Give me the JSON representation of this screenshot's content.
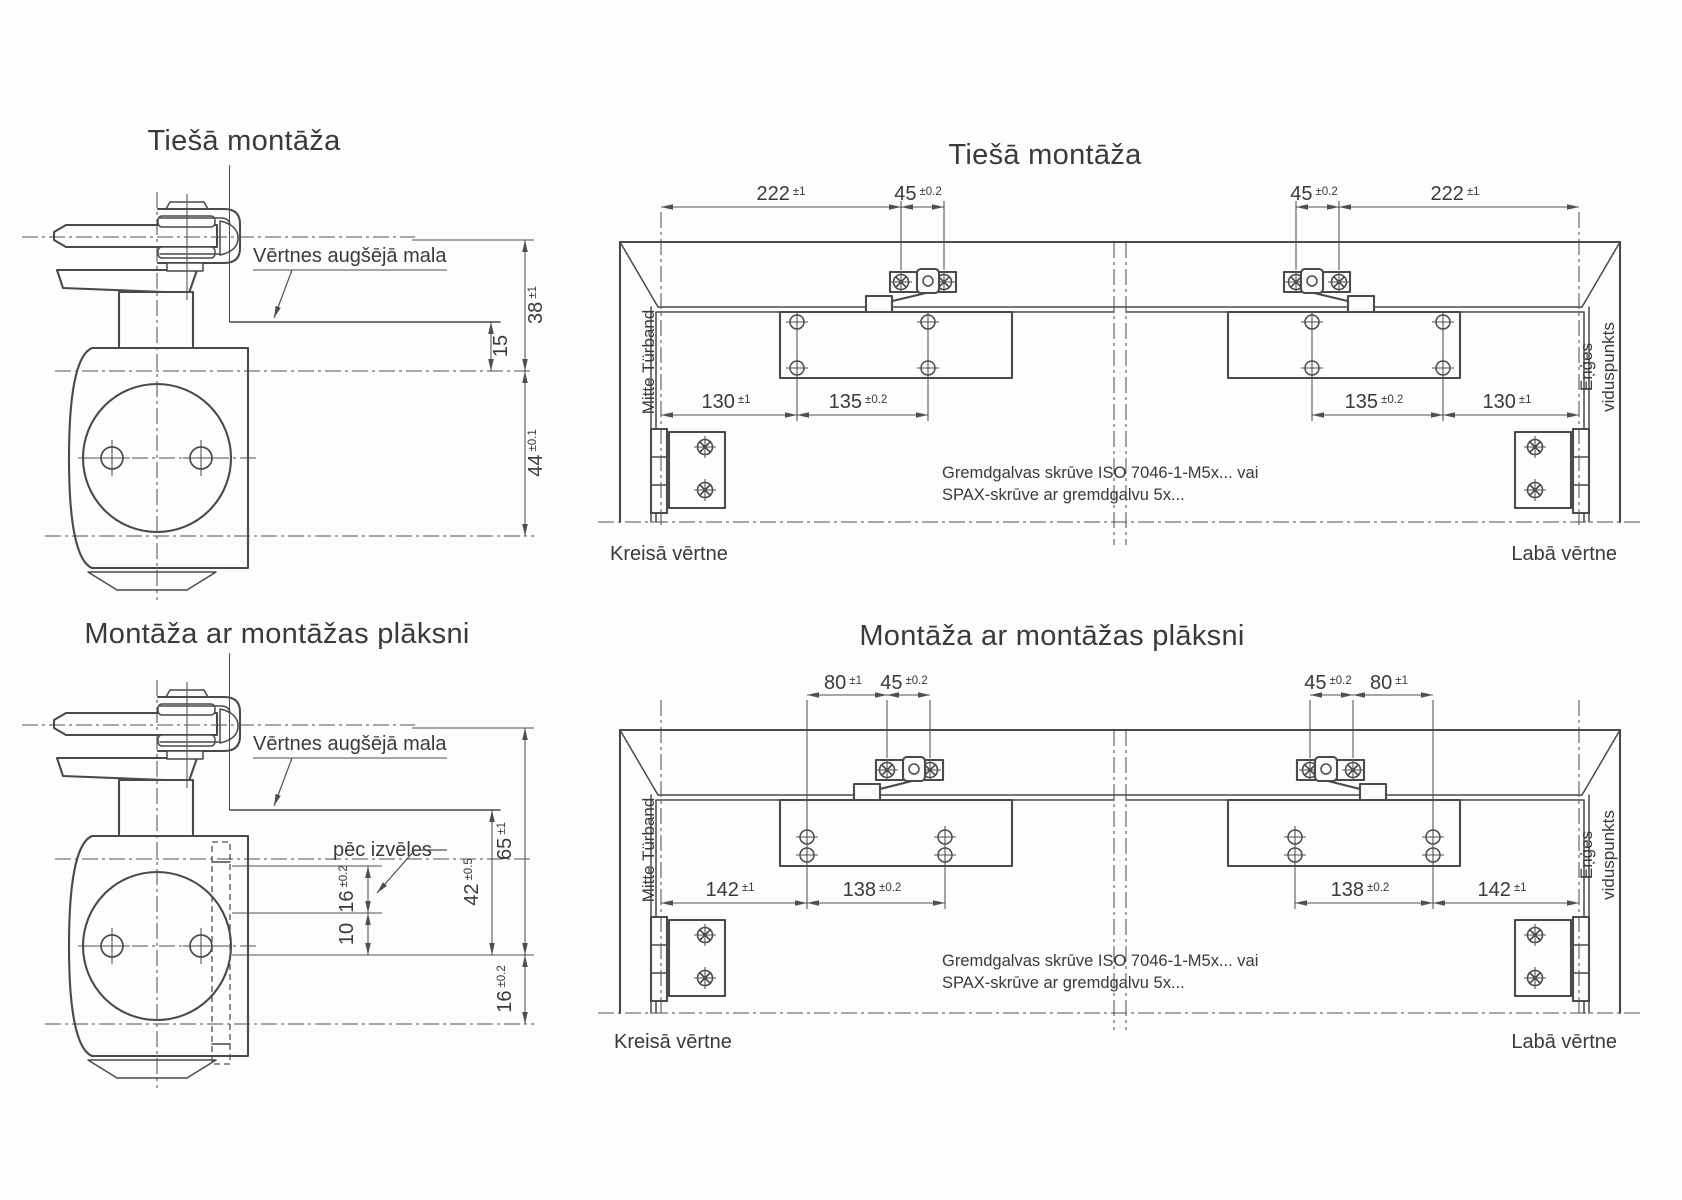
{
  "colors": {
    "ink": "#3a3a3a",
    "line": "#4a4a4a",
    "background": "#fdfdfd"
  },
  "side_direct": {
    "title": "Tiešā montāža",
    "door_edge_label": "Vērtnes augšējā mala",
    "dims": {
      "d38": {
        "v": "38",
        "t": "±1"
      },
      "d15": {
        "v": "15",
        "t": ""
      },
      "d44": {
        "v": "44",
        "t": "±0.1"
      }
    }
  },
  "side_plate": {
    "title": "Montāža ar montāžas plāksni",
    "door_edge_label": "Vērtnes augšējā mala",
    "optional_label": "pēc izvēles",
    "dims": {
      "d65": {
        "v": "65",
        "t": "±1"
      },
      "d42": {
        "v": "42",
        "t": "±0.5"
      },
      "d16a": {
        "v": "16",
        "t": "±0.2"
      },
      "d10": {
        "v": "10",
        "t": ""
      },
      "d16b": {
        "v": "16",
        "t": "±0.2"
      }
    }
  },
  "front_direct": {
    "title": "Tiešā montāža",
    "dims": {
      "d222": {
        "v": "222",
        "t": "±1"
      },
      "d45": {
        "v": "45",
        "t": "±0.2"
      },
      "d130": {
        "v": "130",
        "t": "±1"
      },
      "d135": {
        "v": "135",
        "t": "±0.2"
      }
    },
    "labels": {
      "left_leaf": "Kreisā vērtne",
      "right_leaf": "Labā vērtne",
      "hinge_axis": "Mitte Türband",
      "hinge_center_line1": "Eņģes",
      "hinge_center_line2": "viduspunkts",
      "screw_note_line1": "Gremdgalvas skrūve ISO 7046-1-M5x... vai",
      "screw_note_line2": "SPAX-skrūve ar gremdgalvu 5x..."
    }
  },
  "front_plate": {
    "title": "Montāža ar montāžas plāksni",
    "dims": {
      "d80": {
        "v": "80",
        "t": "±1"
      },
      "d45": {
        "v": "45",
        "t": "±0.2"
      },
      "d142": {
        "v": "142",
        "t": "±1"
      },
      "d138": {
        "v": "138",
        "t": "±0.2"
      }
    },
    "labels": {
      "left_leaf": "Kreisā vērtne",
      "right_leaf": "Labā vērtne",
      "hinge_axis": "Mitte Türband",
      "hinge_center_line1": "Eņģes",
      "hinge_center_line2": "viduspunkts",
      "screw_note_line1": "Gremdgalvas skrūve ISO 7046-1-M5x... vai",
      "screw_note_line2": "SPAX-skrūve ar gremdgalvu 5x..."
    }
  }
}
